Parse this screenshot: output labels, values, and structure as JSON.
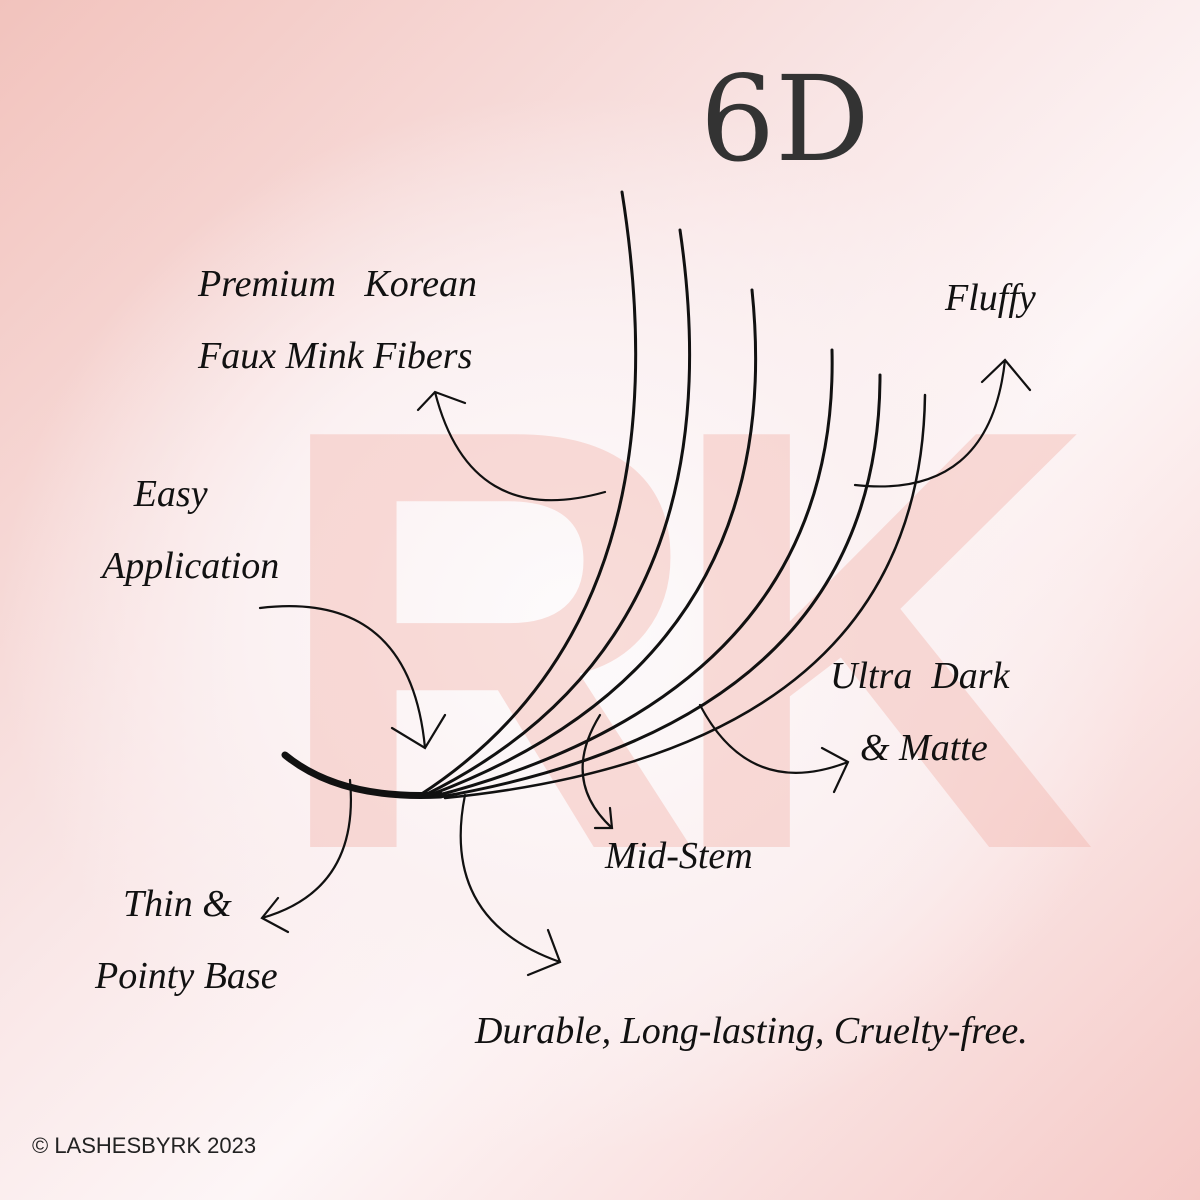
{
  "watermark": "RK",
  "title": "6D",
  "labels": {
    "premium_line1": "Premium   Korean",
    "premium_line2": "Faux Mink Fibers",
    "fluffy": "Fluffy",
    "easy_line1": "Easy",
    "easy_line2": "Application",
    "ultra_line1": "Ultra  Dark",
    "ultra_line2": "& Matte",
    "midstem": "Mid-Stem",
    "thin_line1": "Thin &",
    "thin_line2": "Pointy Base",
    "durable": "Durable, Long-lasting, Cruelty-free."
  },
  "copyright": "© LASHESBYRK 2023",
  "colors": {
    "ink": "#111111",
    "watermark": "#f4b8b0",
    "title": "#333333"
  }
}
